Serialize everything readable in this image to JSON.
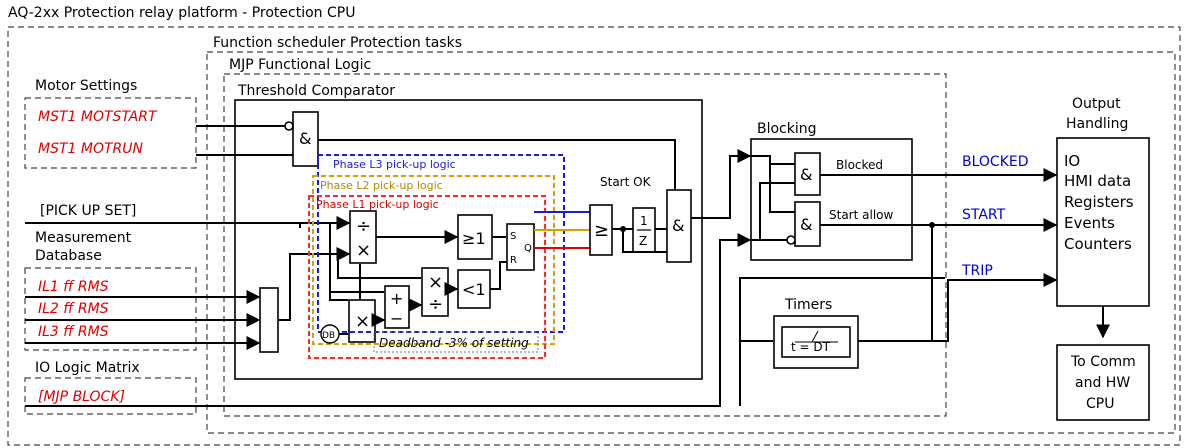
{
  "titles": {
    "platform": "AQ-2xx Protection relay platform - Protection CPU",
    "scheduler": "Function scheduler Protection tasks",
    "mjp": "MJP Functional Logic",
    "threshold": "Threshold Comparator",
    "output": [
      "Output",
      "Handling"
    ]
  },
  "motor_settings": {
    "label": "Motor Settings",
    "items": [
      "MST1 MOTSTART",
      "MST1 MOTRUN"
    ]
  },
  "pickup_set": "[PICK UP SET]",
  "measurement": {
    "label": [
      "Measurement",
      "Database"
    ],
    "items": [
      "IL1 ff RMS",
      "IL2 ff RMS",
      "IL3 ff RMS"
    ]
  },
  "io_logic": {
    "label": "IO Logic Matrix",
    "item": "[MJP BLOCK]"
  },
  "pickup_logic": {
    "l3": "Phase L3 pick-up logic",
    "l2": "Phase L2 pick-up logic",
    "l1": "Phase L1 pick-up logic",
    "colors": {
      "l1": "#ff2a2a",
      "l2": "#d4a300",
      "l3": "#1a1adf"
    }
  },
  "operators": {
    "and": "&",
    "or": "≥1",
    "lt1": "<1",
    "geq": "≥",
    "divide": "÷",
    "times": "×",
    "plus": "+",
    "minus": "−",
    "half_num": "1",
    "half_den": "Z",
    "s": "S",
    "r": "R",
    "q": "Q",
    "db": "DB"
  },
  "deadband": "Deadband  -3% of setting",
  "start_ok": "Start OK",
  "blocking": {
    "label": "Blocking",
    "blocked": "Blocked",
    "start_allow": "Start allow"
  },
  "timers": {
    "label": "Timers",
    "formula": "t = DT"
  },
  "signals": [
    "BLOCKED",
    "START",
    "TRIP"
  ],
  "output_items": [
    "IO",
    "HMI data",
    "Registers",
    "Events",
    "Counters"
  ],
  "comm": [
    "To Comm",
    "and HW",
    "CPU"
  ]
}
